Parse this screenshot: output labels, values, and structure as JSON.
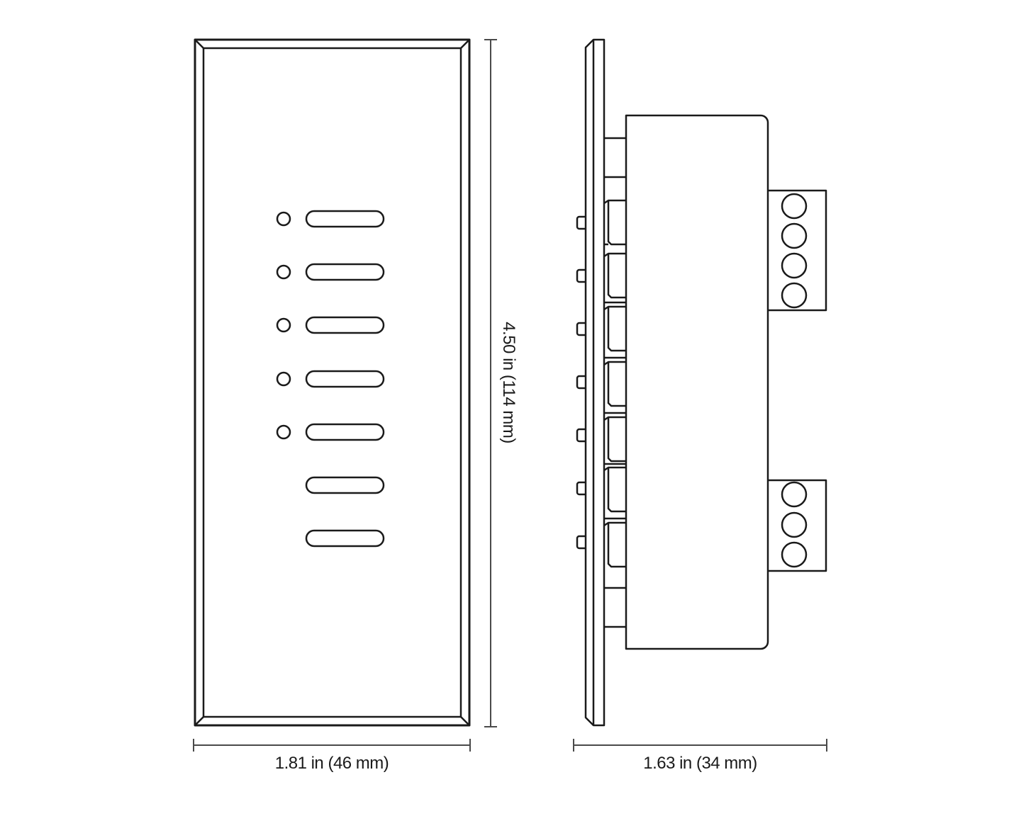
{
  "diagram": {
    "type": "dimensional-drawing",
    "subject": "keypad wall control",
    "stroke_color": "#1a1a1a",
    "dim_line_color": "#4a4a4a",
    "background": "#ffffff"
  },
  "front_view": {
    "led_count": 5,
    "button_count": 7,
    "width_label": "1.81 in (46 mm)",
    "height_label": "4.50 in (114 mm)"
  },
  "side_view": {
    "terminal_blocks": [
      {
        "position": "top",
        "screw_count": 4
      },
      {
        "position": "bottom",
        "screw_count": 3
      }
    ],
    "depth_label": "1.63 in (34 mm)"
  }
}
